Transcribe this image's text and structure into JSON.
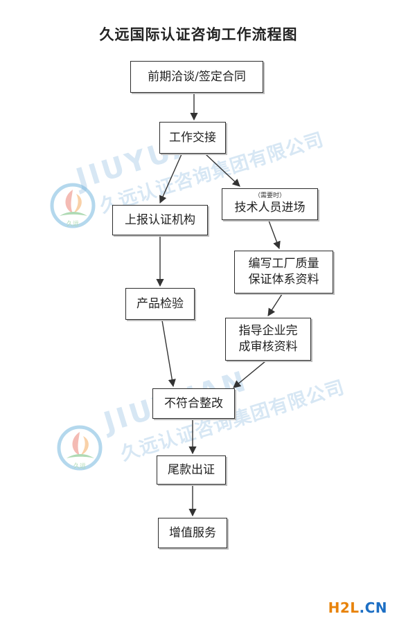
{
  "title": "久远国际认证咨询工作流程图",
  "nodes": {
    "n1": {
      "label": "前期洽谈/签定合同"
    },
    "n2": {
      "label": "工作交接"
    },
    "n3": {
      "note": "（需要时）",
      "label": "技术人员进场"
    },
    "n4": {
      "label": "上报认证机构"
    },
    "n5": {
      "line1": "编写工厂质量",
      "line2": "保证体系资料"
    },
    "n6": {
      "label": "产品检验"
    },
    "n7": {
      "line1": "指导企业完",
      "line2": "成审核资料"
    },
    "n8": {
      "label": "不符合整改"
    },
    "n9": {
      "label": "尾款出证"
    },
    "n10": {
      "label": "增值服务"
    }
  },
  "edges": [
    {
      "from": "n1",
      "to": "n2"
    },
    {
      "from": "n2",
      "to": "n4"
    },
    {
      "from": "n2",
      "to": "n3"
    },
    {
      "from": "n3",
      "to": "n5"
    },
    {
      "from": "n4",
      "to": "n6"
    },
    {
      "from": "n5",
      "to": "n7"
    },
    {
      "from": "n6",
      "to": "n8"
    },
    {
      "from": "n7",
      "to": "n8"
    },
    {
      "from": "n8",
      "to": "n9"
    },
    {
      "from": "n9",
      "to": "n10"
    }
  ],
  "watermark": {
    "brand_en": "JIUYUAN",
    "company_cn": "久远认证咨询集团有限公司",
    "logo_text": "久远",
    "color": "#6eaad7"
  },
  "footer_logo": {
    "part1": "H2L",
    "part2": ".CN",
    "color1": "#e8830b",
    "color2": "#1d6fc4"
  }
}
